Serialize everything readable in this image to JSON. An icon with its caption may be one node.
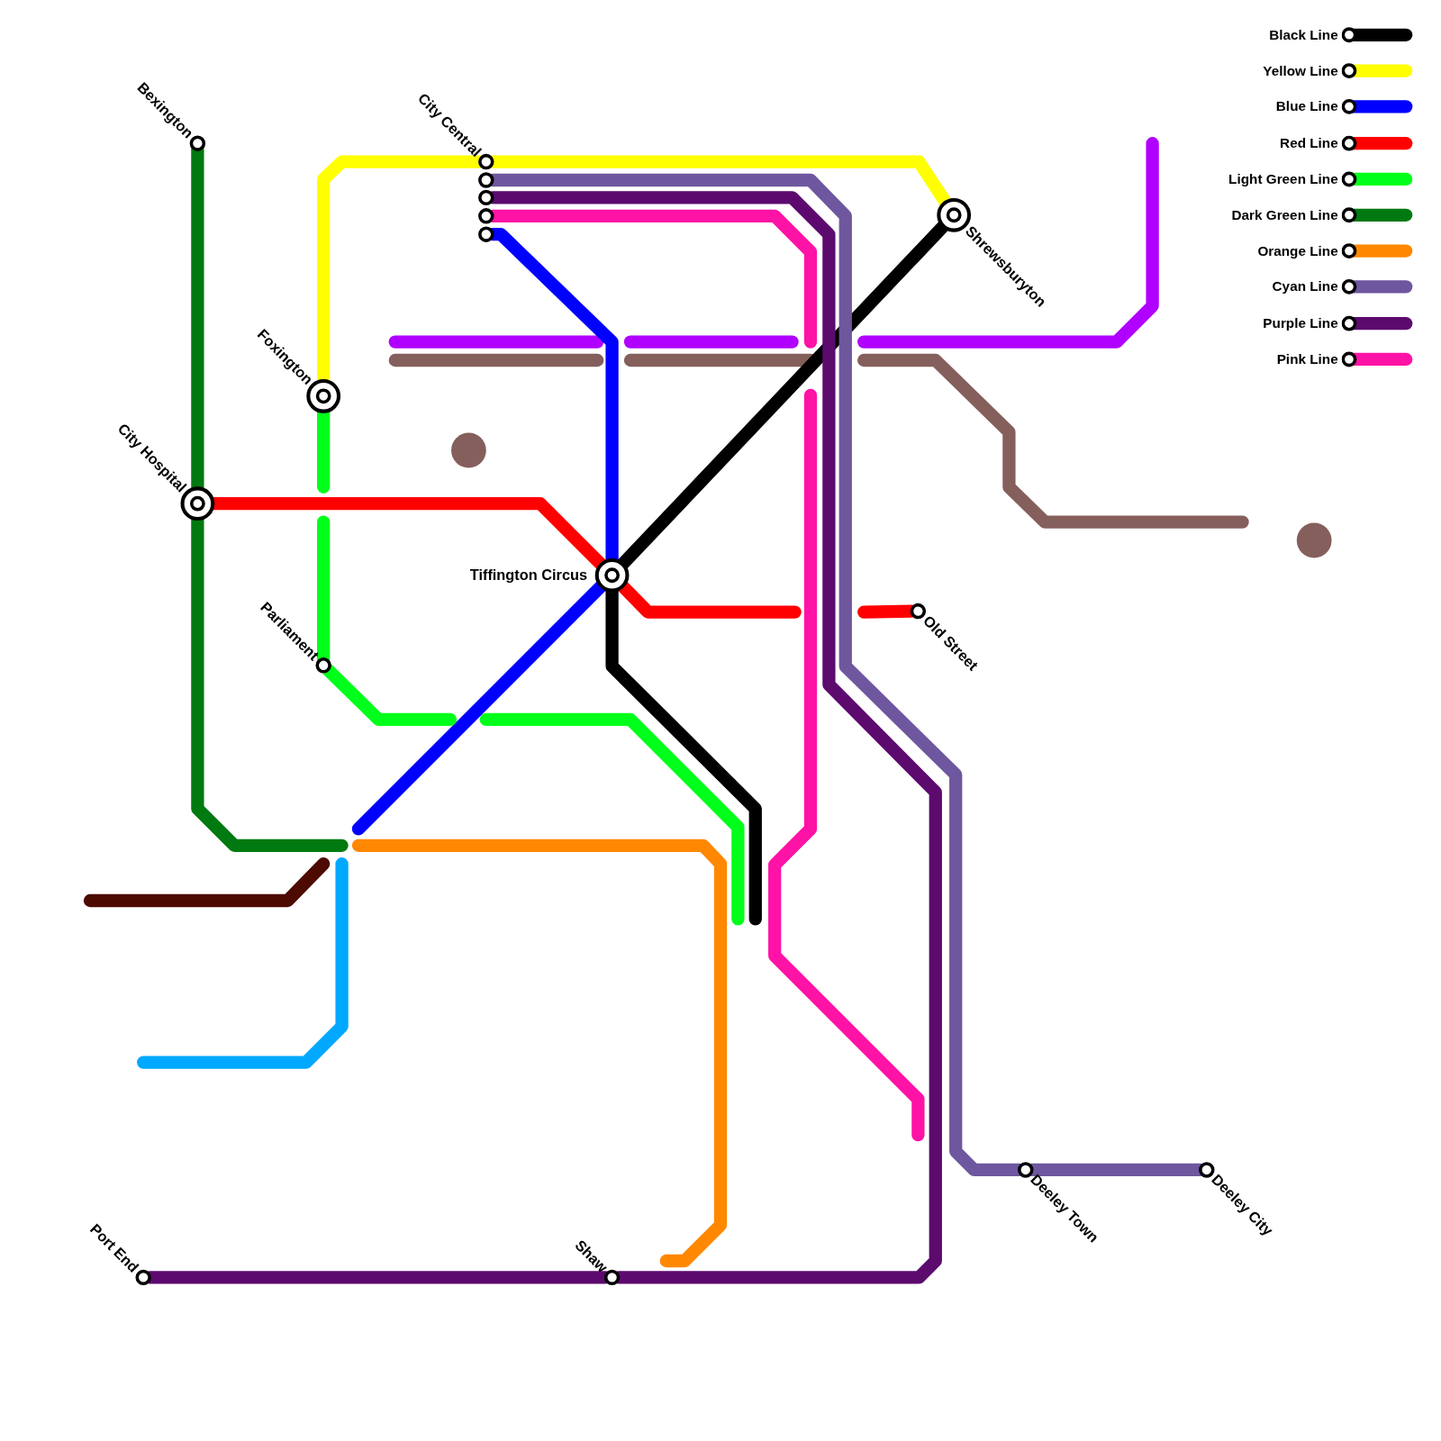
{
  "diagram": {
    "nodes": [
      {
        "text": [
          "Bexington"
        ]
      },
      {
        "text": [
          "City Hospital"
        ]
      },
      {
        "text": [
          "Foxington"
        ]
      },
      {
        "text": [
          "Parliament"
        ]
      },
      {
        "text": [
          "City Central"
        ]
      },
      {
        "text": [],
        "shape": "circle"
      },
      {
        "text": [],
        "shape": "circle"
      },
      {
        "text": [],
        "shape": "circle"
      },
      {
        "text": [],
        "shape": "circle"
      },
      {
        "text": [
          "Tiffington Circus"
        ]
      },
      {
        "text": [
          "Shrewsburyton"
        ]
      },
      {
        "text": [
          "Old Street"
        ]
      },
      {
        "text": [
          "Port End"
        ]
      },
      {
        "text": [
          "Shaw"
        ]
      },
      {
        "text": [
          "Deeley Town"
        ]
      },
      {
        "text": [
          "Deeley City"
        ]
      }
    ],
    "edges": [
      {
        "from": 2,
        "to": 4,
        "arrow": "none",
        "color": "#ffff00"
      },
      {
        "from": 4,
        "to": 10,
        "arrow": "none",
        "color": "#ffff00"
      },
      {
        "from": 9,
        "to": 10,
        "arrow": "none",
        "color": "#000000"
      },
      {
        "from": 9,
        "to": null,
        "arrow": "none",
        "color": "#000000"
      },
      {
        "from": 8,
        "to": 9,
        "arrow": "none",
        "color": "#0000ff"
      },
      {
        "from": 9,
        "to": null,
        "arrow": "none",
        "color": "#0000ff"
      },
      {
        "from": 1,
        "to": 9,
        "arrow": "none",
        "color": "#ff0000"
      },
      {
        "from": 9,
        "to": null,
        "arrow": "none",
        "color": "#ff0000"
      },
      {
        "from": null,
        "to": 11,
        "arrow": "none",
        "color": "#ff0000"
      },
      {
        "from": 2,
        "to": null,
        "arrow": "none",
        "color": "#00ff1a"
      },
      {
        "from": null,
        "to": 3,
        "arrow": "none",
        "color": "#00ff1a"
      },
      {
        "from": 3,
        "to": null,
        "arrow": "none",
        "color": "#00ff1a"
      },
      {
        "from": 0,
        "to": 1,
        "arrow": "none",
        "color": "#007a10"
      },
      {
        "from": 1,
        "to": null,
        "arrow": "none",
        "color": "#007a10"
      },
      {
        "from": 5,
        "to": 14,
        "arrow": "none",
        "color": "#6e579e"
      },
      {
        "from": 14,
        "to": 15,
        "arrow": "none",
        "color": "#6e579e"
      },
      {
        "from": 6,
        "to": 13,
        "arrow": "none",
        "color": "#5c0a6e"
      },
      {
        "from": 13,
        "to": 12,
        "arrow": "none",
        "color": "#5c0a6e"
      },
      {
        "from": 7,
        "to": null,
        "arrow": "none",
        "color": "#ff12a6"
      }
    ],
    "legend": [
      {
        "text": "Black Line",
        "color": "#000000"
      },
      {
        "text": "Yellow Line",
        "color": "#ffff00"
      },
      {
        "text": "Blue Line",
        "color": "#0000ff"
      },
      {
        "text": "Red Line",
        "color": "#ff0000"
      },
      {
        "text": "Light Green Line",
        "color": "#00ff1a"
      },
      {
        "text": "Dark Green Line",
        "color": "#007a10"
      },
      {
        "text": "Orange Line",
        "color": "#ff8800"
      },
      {
        "text": "Cyan Line",
        "color": "#6e579e"
      },
      {
        "text": "Purple Line",
        "color": "#5c0a6e"
      },
      {
        "text": "Pink Line",
        "color": "#ff12a6"
      }
    ]
  }
}
